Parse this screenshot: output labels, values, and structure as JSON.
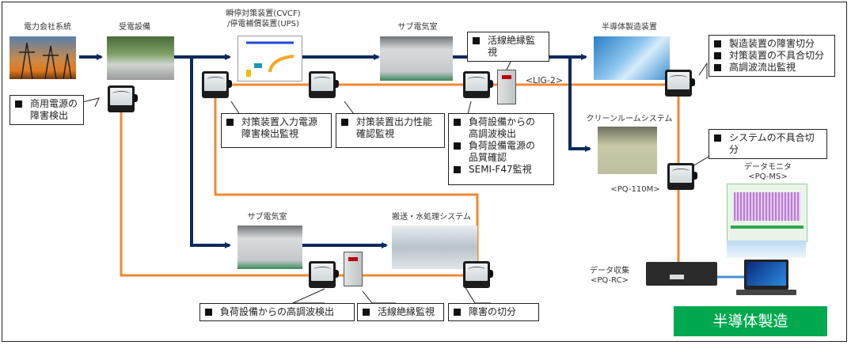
{
  "colors": {
    "power_line": "#0b2a5e",
    "monitor_line": "#f08a32",
    "badge_bg": "#00a84f",
    "lan_line": "#4a90d0"
  },
  "nodes": {
    "utility": "電力会社系統",
    "substation": "受電設備",
    "ups_line1": "瞬停対策装置(CVCF)",
    "ups_line2": "/停電補償装置(UPS)",
    "sub_room_top": "サブ電気室",
    "semi_equipment": "半導体製造装置",
    "clean_room": "クリーンルームシステム",
    "sub_room_bottom": "サブ電気室",
    "transport": "搬送・水処理システム",
    "data_monitor_line1": "データモニタ",
    "data_monitor_line2": "<PQ-MS>",
    "data_collect_line1": "データ収集",
    "data_collect_line2": "<PQ-RC>"
  },
  "device_labels": {
    "lig": "<LIG-2>",
    "pq110m": "<PQ-110M>"
  },
  "callouts": {
    "utility_fault": [
      "商用電源の",
      "障害検出"
    ],
    "input_monitor": [
      "対策装置入力電源",
      "障害検出監視"
    ],
    "output_monitor": [
      "対策装置出力性能",
      "確認監視"
    ],
    "load_quality": [
      "負荷設備からの",
      "高調波検出",
      "負荷設備電源の",
      "品質確認",
      "SEMI-F47監視"
    ],
    "insulation_top": [
      "活線絶縁監視"
    ],
    "equipment": [
      "製造装置の障害切分",
      "対策装置の不具合切分",
      "高調波流出監視"
    ],
    "system_fault": [
      "システムの不具合切分"
    ],
    "harmonics_bottom": [
      "負荷設備からの高調波検出"
    ],
    "insulation_bottom": [
      "活線絶縁監視"
    ],
    "fault_isolation": [
      "障害の切分"
    ]
  },
  "badge": "半導体製造",
  "icons": [
    "power-tower-photo",
    "substation-photo",
    "ups-diagram",
    "switchgear-photo",
    "cleanroom-photo",
    "meter-icon",
    "insulation-monitor-icon",
    "gateway-box-icon",
    "laptop-icon",
    "monitor-screen-icon"
  ]
}
